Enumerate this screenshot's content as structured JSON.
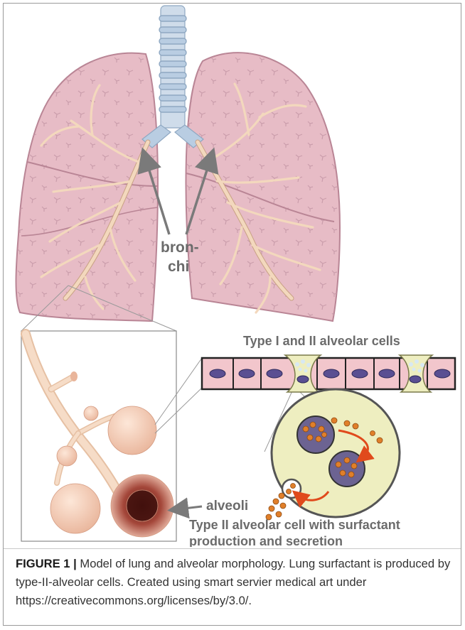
{
  "figure": {
    "labels": {
      "bronchi_line1": "bron-",
      "bronchi_line2": "chi",
      "cells_title": "Type I and II alveolar cells",
      "alveoli": "alveoli",
      "type2_line1": "Type II alveolar cell with surfactant",
      "type2_line2": "production and secretion"
    },
    "colors": {
      "lung_fill": "#e7bcc6",
      "lung_stroke": "#b98595",
      "bronchus_fill": "#f3d8bd",
      "trachea_ring": "#b9cde2",
      "cell_fill": "#f2c6cc",
      "nucleus": "#5a4f92",
      "type2_cell": "#eeeec0",
      "secretion": "#e07f2a",
      "arrow_red": "#e04a1c"
    }
  },
  "caption": {
    "label": "FIGURE 1 |",
    "text": " Model of lung and alveolar morphology. Lung surfactant is produced by type-II-alveolar cells. Created using smart servier medical art under https://creativecommons.org/licenses/by/3.0/."
  }
}
